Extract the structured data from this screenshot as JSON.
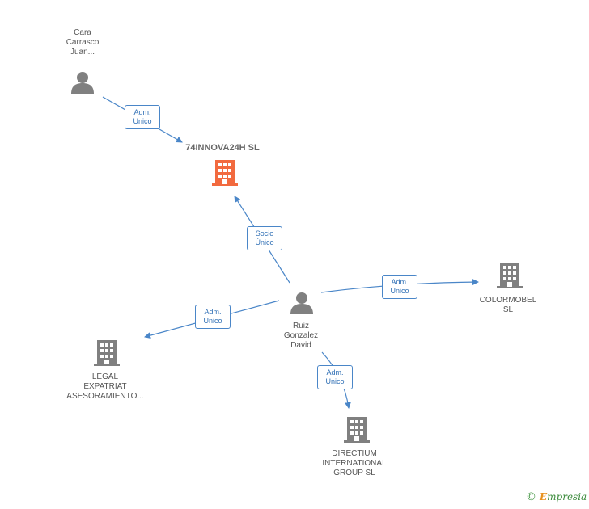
{
  "nodes": {
    "cara": {
      "label": "Cara\nCarrasco\nJuan...",
      "icon": "person-icon"
    },
    "innova": {
      "label": "74INNOVA24H SL",
      "icon": "building-icon"
    },
    "ruiz": {
      "label": "Ruiz\nGonzalez\nDavid",
      "icon": "person-icon"
    },
    "colormobel": {
      "label": "COLORMOBEL\nSL",
      "icon": "building-icon"
    },
    "legal": {
      "label": "LEGAL\nEXPATRIAT\nASESORAMIENTO...",
      "icon": "building-icon"
    },
    "directium": {
      "label": "DIRECTIUM\nINTERNATIONAL\nGROUP SL",
      "icon": "building-icon"
    }
  },
  "edges": {
    "cara_innova": "Adm.\nUnico",
    "ruiz_innova": "Socio\nÚnico",
    "ruiz_colormobel": "Adm.\nUnico",
    "ruiz_legal": "Adm.\nUnico",
    "ruiz_directium": "Adm.\nUnico"
  },
  "brand": {
    "copyright": "©",
    "e": "E",
    "rest": "mpresia"
  },
  "colors": {
    "focus": "#f26a3f",
    "node": "#808080",
    "edge": "#4a86c8"
  }
}
